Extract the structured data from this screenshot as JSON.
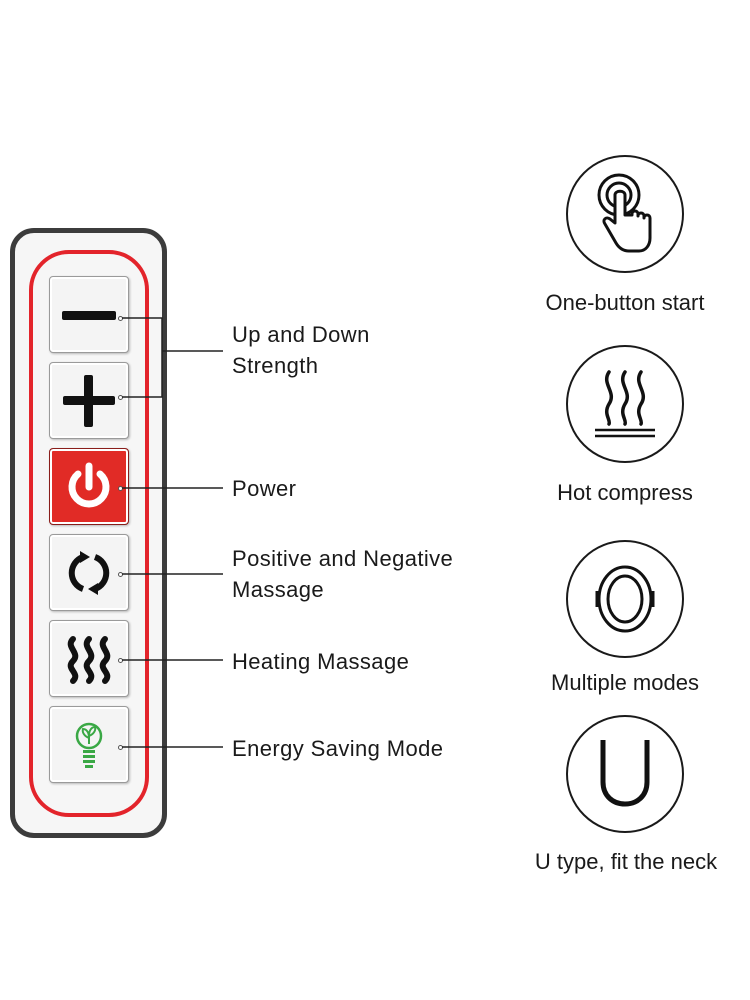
{
  "remote": {
    "buttons": [
      {
        "id": "minus",
        "icon": "minus-icon"
      },
      {
        "id": "plus",
        "icon": "plus-icon"
      },
      {
        "id": "power",
        "icon": "power-icon",
        "color": "#e12b26"
      },
      {
        "id": "rotate",
        "icon": "rotate-arrows-icon"
      },
      {
        "id": "heat",
        "icon": "heat-waves-icon"
      },
      {
        "id": "eco",
        "icon": "eco-bulb-icon",
        "color": "#3aa845"
      }
    ],
    "ring_color": "#e3242b"
  },
  "callouts": {
    "strength": [
      "Up and Down",
      "Strength"
    ],
    "power": "Power",
    "direction": [
      "Positive and Negative",
      "Massage"
    ],
    "heating": "Heating Massage",
    "energy": "Energy Saving Mode"
  },
  "features": [
    {
      "icon": "touch-hand-icon",
      "label": "One-button start"
    },
    {
      "icon": "hot-compress-icon",
      "label": "Hot compress"
    },
    {
      "icon": "modes-ring-icon",
      "label": "Multiple modes"
    },
    {
      "icon": "u-shape-icon",
      "label": "U type, fit the neck"
    }
  ]
}
